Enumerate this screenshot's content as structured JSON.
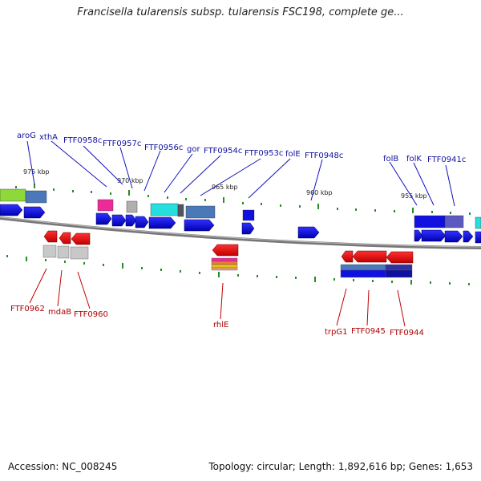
{
  "title": "Francisella tularensis subsp. tularensis FSC198, complete ge...",
  "scale": [
    "975 kbp",
    "970 kbp",
    "965 kbp",
    "960 kbp",
    "955 kbp"
  ],
  "top_labels": [
    "aroG",
    "xthA",
    "FTF0958c",
    "FTF0957c",
    "FTF0956c",
    "gor",
    "FTF0954c",
    "FTF0953c",
    "folE",
    "FTF0948c",
    "folB",
    "folK",
    "FTF0941c"
  ],
  "bottom_labels": [
    "FTF0962",
    "mdaB",
    "FTF0960",
    "rhlE",
    "trpG1",
    "FTF0945",
    "FTF0944"
  ],
  "footer": {
    "accession": "Accession: NC_008245",
    "topology": "Topology: circular; Length: 1,892,616 bp; Genes: 1,653"
  },
  "colors": {
    "forward_gene": "#1010e0",
    "reverse_gene": "#e00000",
    "top_label": "#1010a0",
    "bottom_label": "#b00000",
    "tick": "#2a8a2a",
    "backbone": "#777777"
  }
}
